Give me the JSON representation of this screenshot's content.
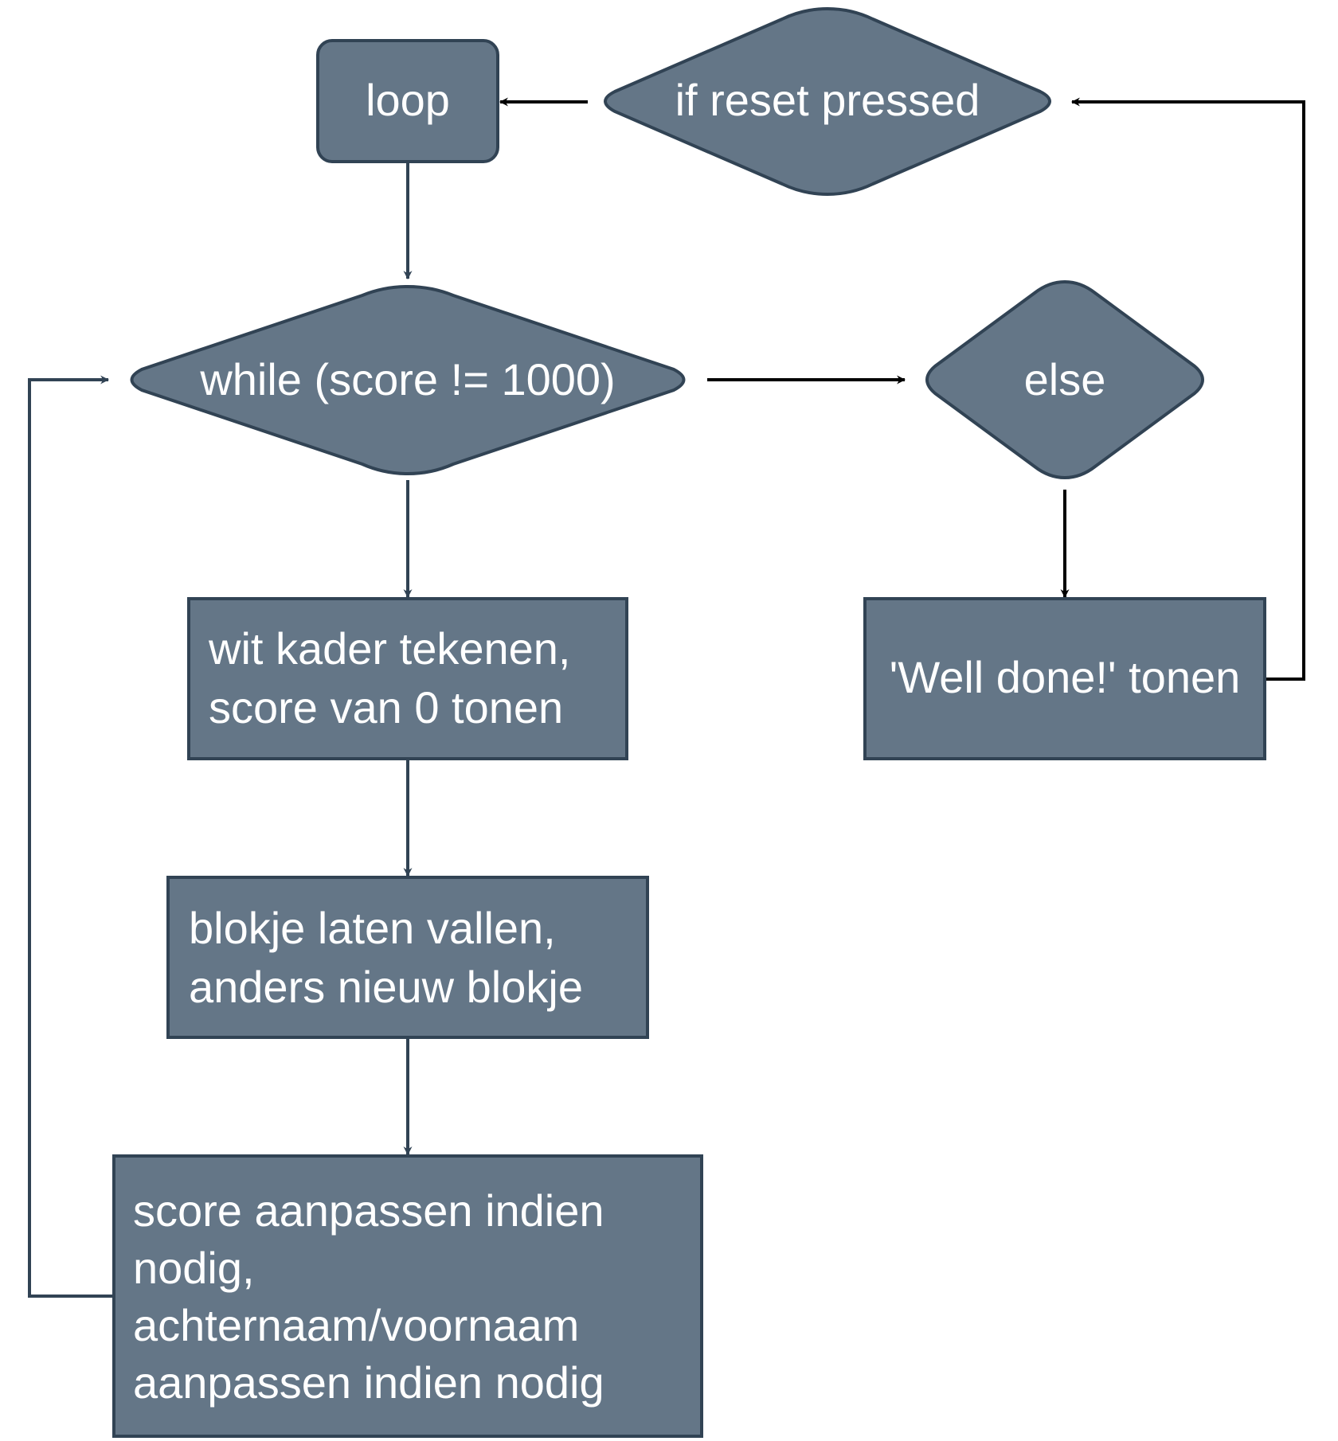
{
  "colors": {
    "node_fill": "#647687",
    "node_stroke": "#314354",
    "node_text": "#ffffff",
    "edge_dark": "#314354",
    "edge_black": "#000000",
    "background": "#ffffff"
  },
  "nodes": {
    "loop": {
      "lines": [
        "loop"
      ]
    },
    "if_reset": {
      "lines": [
        "if reset pressed"
      ]
    },
    "while": {
      "lines": [
        "while (score != 1000)"
      ]
    },
    "else": {
      "lines": [
        "else"
      ]
    },
    "wit_kader": {
      "lines": [
        "wit kader tekenen,",
        "score van 0 tonen"
      ]
    },
    "well_done": {
      "lines": [
        "'Well done!' tonen"
      ]
    },
    "blokje": {
      "lines": [
        "blokje laten vallen,",
        "anders nieuw blokje"
      ]
    },
    "score_aanpassen": {
      "lines": [
        "score aanpassen indien",
        "nodig,",
        "achternaam/voornaam",
        "aanpassen indien nodig"
      ]
    }
  }
}
